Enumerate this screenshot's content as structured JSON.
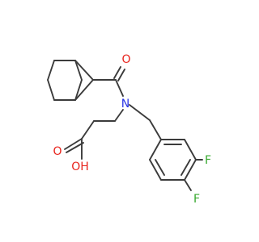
{
  "molecule": {
    "colors": {
      "bond": "#3b3b3b",
      "oxygen": "#e8231c",
      "nitrogen": "#2a35e6",
      "fluorine": "#36a82d"
    },
    "atoms": {
      "carbonyl_o": {
        "element": "O",
        "label": "O"
      },
      "amide_n": {
        "element": "N",
        "label": "N"
      },
      "acid_o_double": {
        "element": "O",
        "label": "O"
      },
      "acid_oh": {
        "element": "O",
        "label": "OH"
      },
      "f_upper": {
        "element": "F",
        "label": "F"
      },
      "f_lower": {
        "element": "F",
        "label": "F"
      }
    }
  }
}
